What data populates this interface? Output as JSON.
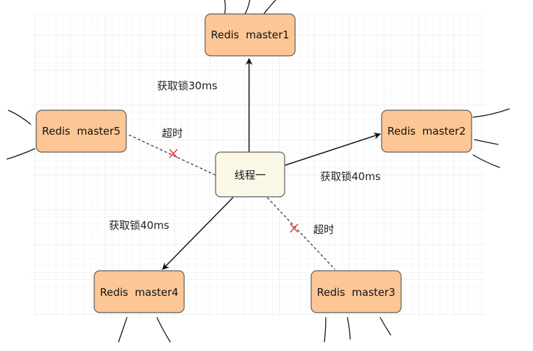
{
  "colors": {
    "master_fill": "#fcc695",
    "master_stroke": "#5a5a5a",
    "thread_fill": "#fbf8e8",
    "edge": "#111111",
    "timeout_edge": "#555555",
    "cross": "#e23b3b",
    "grid": "#e3e3e3"
  },
  "nodes": {
    "thread": "线程一",
    "master1": "Redis  master1",
    "master2": "Redis  master2",
    "master3": "Redis  master3",
    "master4": "Redis  master4",
    "master5": "Redis  master5"
  },
  "edges": {
    "to_master1": "获取锁30ms",
    "to_master2": "获取锁40ms",
    "to_master4": "获取锁40ms",
    "to_master5": "超时",
    "to_master3": "超时"
  }
}
